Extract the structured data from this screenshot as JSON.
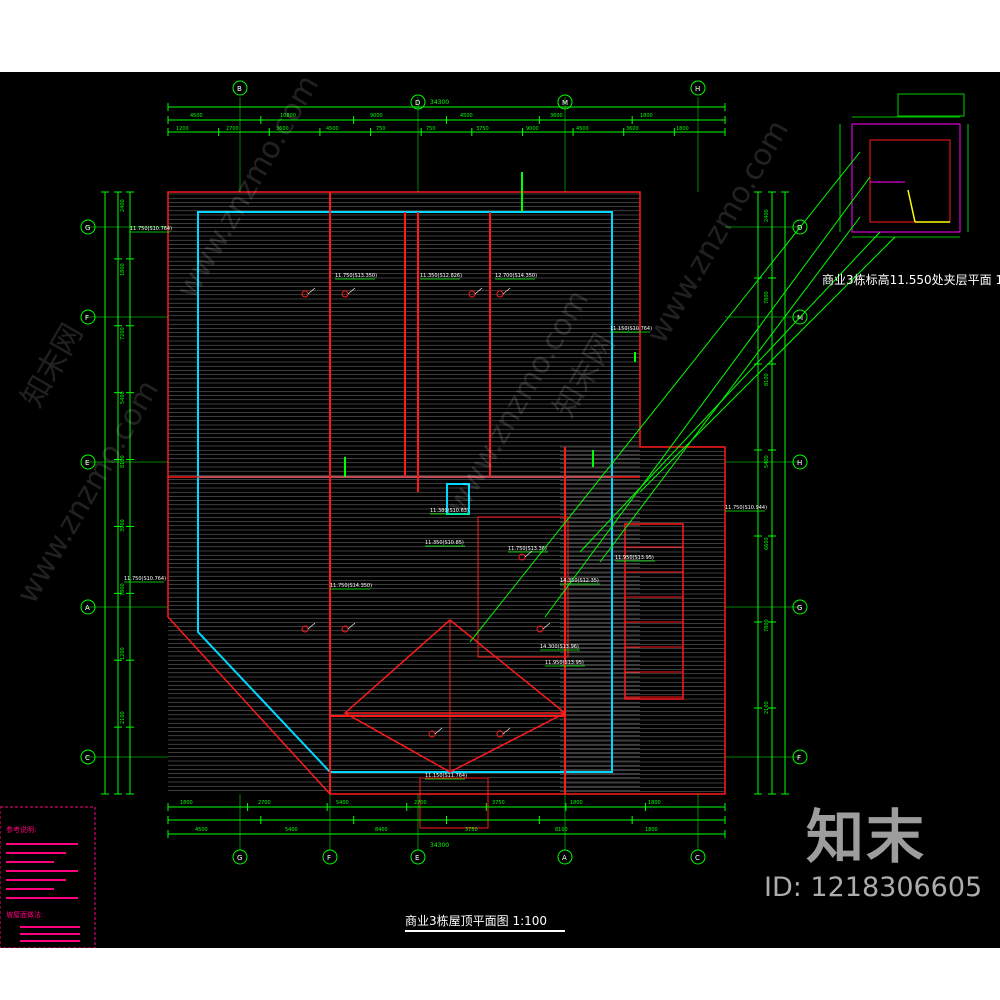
{
  "titles": {
    "main_plan": "商业3栋屋顶平面图 1:100",
    "detail_plan": "商业3栋标高11.550处夹层平面 1"
  },
  "dimensions": {
    "total_top": "34300",
    "total_bottom": "34300",
    "top_row1": [
      "4500",
      "10800",
      "9000",
      "4500",
      "3600",
      "1800"
    ],
    "top_row2": [
      "1200",
      "2700",
      "3600",
      "4500",
      "750",
      "750",
      "3750",
      "9000",
      "4500",
      "3600",
      "1800"
    ],
    "bottom_row1": [
      "1800",
      "2700",
      "5400",
      "2700",
      "3750",
      "1800",
      "1800"
    ],
    "bottom_row2": [
      "4500",
      "5400",
      "8400",
      "3750",
      "8100",
      "1800"
    ],
    "left_col": [
      "2400",
      "1800",
      "7200",
      "5400",
      "8100",
      "3900",
      "7800",
      "1200",
      "2100"
    ],
    "right_col": [
      "2400",
      "7800",
      "8100",
      "5400",
      "6600",
      "7800",
      "2100"
    ]
  },
  "elevations": [
    "11.750(S10.764)",
    "11.750(S13.350)",
    "11.350(S12.826)",
    "12.700(S14.350)",
    "11.150(S10.764)",
    "11.380(S10.63)",
    "11.350(S10.85)",
    "11.750(S13.36)",
    "11.750(S14.350)",
    "11.950(S13.95)",
    "14.350(S12.35)",
    "14.300(S13.96)",
    "11.750(S10.764)",
    "11.950(S13.95)",
    "11.150(S11.764)",
    "11.750(S10.944)"
  ],
  "axis_labels": [
    "B",
    "D",
    "M",
    "H",
    "G",
    "F",
    "E",
    "A",
    "C",
    "P"
  ],
  "notes": {
    "legend_heading": "参考说明:",
    "legend_heading2": "坡屋面做法:"
  },
  "watermarks": [
    "www.znzmo.com",
    "知末网"
  ],
  "brand": "知末",
  "id_text": "ID: 1218306605",
  "colors": {
    "background": "#000000",
    "axis_green": "#00ff00",
    "wall_red": "#ff1a1a",
    "parapet_cyan": "#00d8ff",
    "note_magenta": "#ff0080",
    "hatch_gray": "#7a7a7a"
  }
}
